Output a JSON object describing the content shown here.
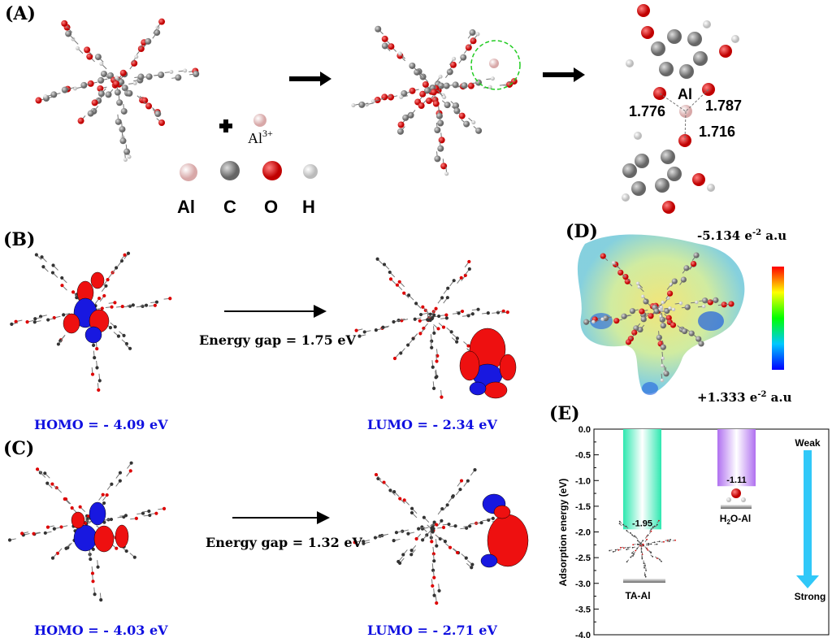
{
  "panels": {
    "A": {
      "label": "(A)",
      "ion_label": "Al",
      "ion_charge": "3+",
      "legend": [
        "Al",
        "C",
        "O",
        "H"
      ],
      "bond_center": "Al",
      "bond_lengths": [
        "1.776",
        "1.787",
        "1.716"
      ]
    },
    "B": {
      "label": "(B)",
      "energy_gap": "Energy gap = 1.75 eV",
      "homo": "HOMO = - 4.09 eV",
      "lumo": "LUMO = - 2.34 eV"
    },
    "C": {
      "label": "(C)",
      "energy_gap": "Energy gap = 1.32 eV",
      "homo": "HOMO = - 4.03 eV",
      "lumo": "LUMO = - 2.71 eV"
    },
    "D": {
      "label": "(D)",
      "max_label": "-5.134 e",
      "max_exp": "-2",
      "max_unit": " a.u",
      "min_label": "+1.333 e",
      "min_exp": "-2",
      "min_unit": " a.u"
    },
    "E": {
      "label": "(E)"
    }
  },
  "colors": {
    "al": "#e8bcbc",
    "c": "#808080",
    "o": "#dd0000",
    "h": "#e8e8e8",
    "homo_text": "#1010e0",
    "ta_bar": "#2ee8b0",
    "h2o_bar": "#b070f0",
    "arrow": "#30c8f8"
  },
  "chart_data": {
    "type": "bar",
    "categories": [
      "TA-Al",
      "H2O-Al"
    ],
    "category_labels": {
      "TA-Al": "TA-Al",
      "H2O-Al_main": "H",
      "H2O-Al_sub": "2",
      "H2O-Al_rest": "O-Al"
    },
    "values": [
      -1.95,
      -1.11
    ],
    "value_labels": [
      "-1.95",
      "-1.11"
    ],
    "ylabel": "Adsorption energy (eV)",
    "ylim": [
      -4.0,
      0.0
    ],
    "yticks": [
      "0.0",
      "-0.5",
      "-1.0",
      "-1.5",
      "-2.0",
      "-2.5",
      "-3.0",
      "-3.5",
      "-4.0"
    ],
    "annotations": {
      "weak": "Weak",
      "strong": "Strong"
    }
  }
}
